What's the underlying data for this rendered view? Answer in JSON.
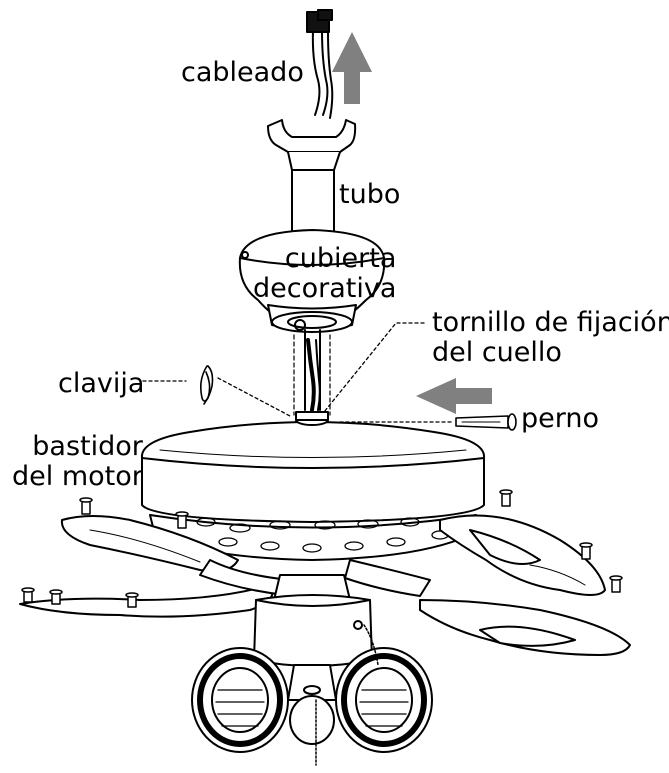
{
  "labels": {
    "cableado": "cableado",
    "tubo": "tubo",
    "cubierta": [
      "cubierta",
      "decorativa"
    ],
    "tornillo": [
      "tornillo de fijación",
      "del cuello"
    ],
    "clavija": "clavija",
    "perno": "perno",
    "bastidor": [
      "bastidor",
      "del motor"
    ]
  },
  "colors": {
    "arrow": "#808080",
    "line": "#000000",
    "background": "#ffffff"
  },
  "icons": {
    "up_arrow": "up-arrow",
    "left_arrow": "left-arrow"
  }
}
